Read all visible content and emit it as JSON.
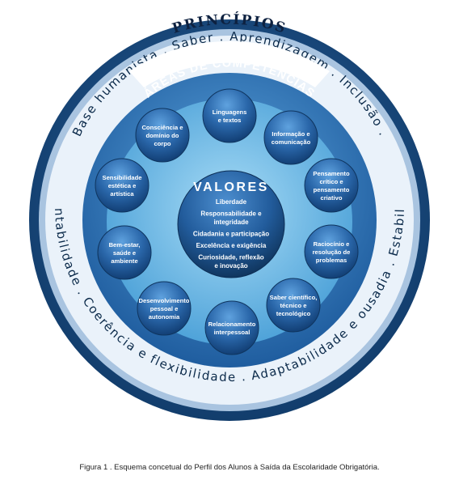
{
  "colors": {
    "outer_ring": "#1b4f86",
    "principles_band": "#ffffff",
    "areas_ring": "#3f7cc0",
    "inner_disc": "#69b9e6",
    "bubble": "#2f6fb2",
    "center": "#225c9c"
  },
  "principios": {
    "title": "PRINCÍPIOS",
    "arc_top": "Base humanista . Saber . Aprendizagem . Inclusão .",
    "arc_bottom": "Sustentabilidade . Coerência e flexibilidade . Adaptabilidade e ousadia . Estabilidade"
  },
  "areas": {
    "title": "ÁREAS DE COMPETÊNCIAS",
    "items": [
      {
        "lines": [
          "Linguagens",
          "e textos"
        ]
      },
      {
        "lines": [
          "Informação e",
          "comunicação"
        ]
      },
      {
        "lines": [
          "Pensamento",
          "crítico e",
          "pensamento",
          "criativo"
        ]
      },
      {
        "lines": [
          "Raciocínio e",
          "resolução de",
          "problemas"
        ]
      },
      {
        "lines": [
          "Saber científico,",
          "técnico e",
          "tecnológico"
        ]
      },
      {
        "lines": [
          "Relacionamento",
          "interpessoal"
        ]
      },
      {
        "lines": [
          "Desenvolvimento",
          "pessoal e",
          "autonomia"
        ]
      },
      {
        "lines": [
          "Bem-estar,",
          "saúde e",
          "ambiente"
        ]
      },
      {
        "lines": [
          "Sensibilidade",
          "estética e",
          "artística"
        ]
      },
      {
        "lines": [
          "Consciência e",
          "domínio do",
          "corpo"
        ]
      }
    ]
  },
  "valores": {
    "title": "VALORES",
    "items": [
      [
        "Liberdade"
      ],
      [
        "Responsabilidade e",
        "integridade"
      ],
      [
        "Cidadania e participação"
      ],
      [
        "Excelência e exigência"
      ],
      [
        "Curiosidade, reflexão",
        "e inovação"
      ]
    ]
  },
  "caption": "Figura 1 .  Esquema concetual do Perfil dos Alunos à Saída da Escolaridade Obrigatória."
}
